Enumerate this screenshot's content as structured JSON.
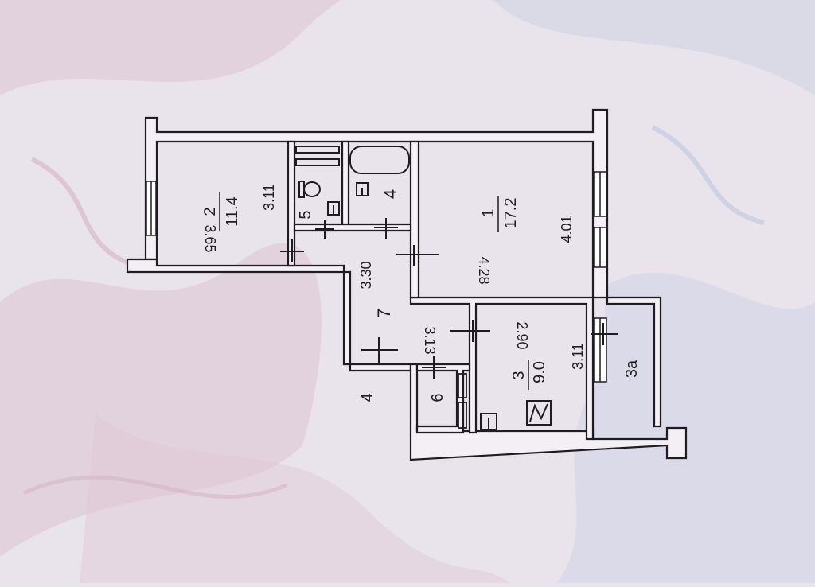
{
  "colors": {
    "paper": "#e9e3ec",
    "paper_pattern_pink": "#dcc1cf",
    "paper_pattern_blue": "#c9cfe2",
    "ink": "#1f1d22",
    "room_fill": "#eee9ef"
  },
  "rooms": {
    "r1": {
      "number": "1",
      "area": "17.2",
      "dim_a": "4.01",
      "dim_b": "4.28"
    },
    "r2": {
      "number": "2",
      "area": "11.4",
      "dim_a": "3.11",
      "dim_b": "3.65"
    },
    "r3": {
      "number": "3",
      "area": "9.0",
      "dim_a": "3.11",
      "dim_b": "2.90"
    },
    "r3a": {
      "label": "3a"
    },
    "r4_bath": {
      "label": "4"
    },
    "r4_entry": {
      "label": "4"
    },
    "r5": {
      "label": "5"
    },
    "r6": {
      "label": "6"
    },
    "r7": {
      "label": "7",
      "dim_a": "3.30",
      "dim_b": "3.13"
    }
  },
  "fixtures": {
    "bathtub": "bathtub-icon",
    "toilet": "toilet-icon",
    "sink": "sink-icon",
    "stove": "stove-icon",
    "shelves": "shelves-icon"
  }
}
